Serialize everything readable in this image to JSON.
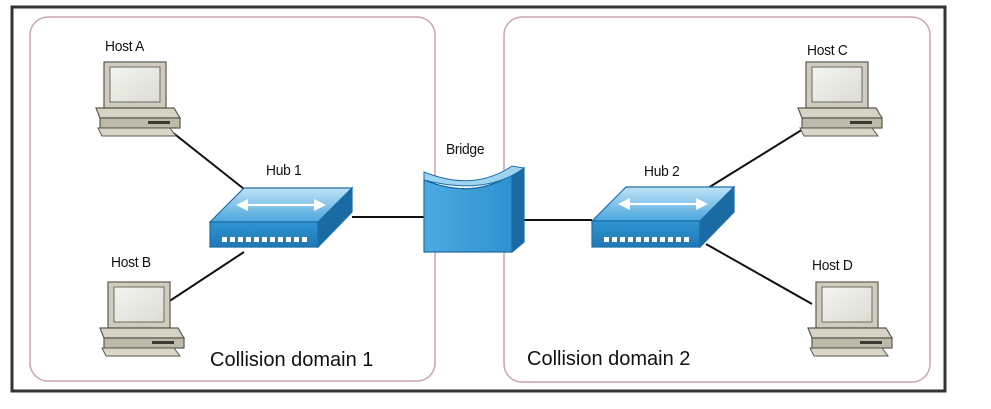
{
  "hosts": {
    "a": "Host A",
    "b": "Host B",
    "c": "Host C",
    "d": "Host D"
  },
  "hubs": {
    "hub1": "Hub 1",
    "hub2": "Hub 2"
  },
  "bridge": "Bridge",
  "domains": {
    "d1": "Collision domain 1",
    "d2": "Collision domain 2"
  },
  "colors": {
    "device_blue": "#2a8fce",
    "device_light": "#7fc4ee",
    "domain_border": "#c9a6a8",
    "frame": "#333333",
    "computer_beige": "#d9d6c8"
  }
}
